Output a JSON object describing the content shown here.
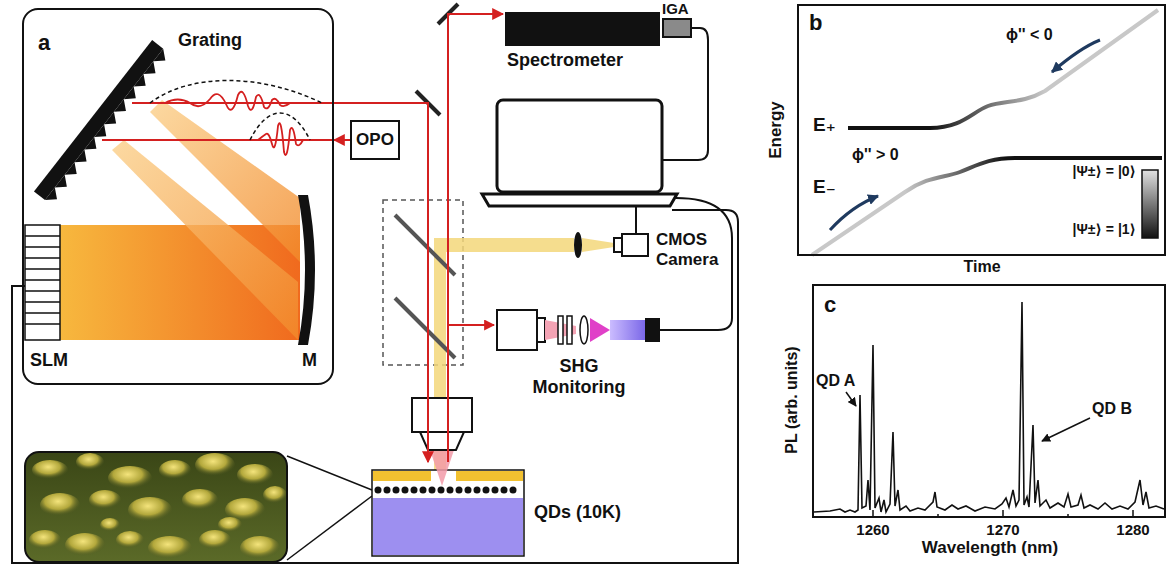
{
  "diagram": {
    "nodes": [
      {
        "text": [
          "a"
        ]
      },
      {
        "text": [
          "OPO"
        ]
      },
      {
        "text": [
          "Spectrometer"
        ]
      },
      {
        "text": [
          "IGA"
        ]
      },
      {
        "text": [
          "CMOS Camera"
        ]
      },
      {
        "text": [
          "SHG Monitoring"
        ]
      },
      {
        "text": [
          "QDs (10K)"
        ]
      },
      {
        "text": [
          "b"
        ]
      },
      {
        "text": [
          "c"
        ]
      }
    ],
    "edges": [
      {
        "from": 1,
        "to": 0,
        "arrow": "to"
      },
      {
        "from": 0,
        "to": 6,
        "arrow": "to"
      },
      {
        "from": 6,
        "to": 2,
        "arrow": "to"
      }
    ],
    "labels": [
      "Grating",
      "SLM",
      "M",
      "Energy",
      "Time",
      "E₊",
      "E₋",
      "ϕ'' < 0",
      "ϕ'' > 0",
      "|Ψ±⟩ = |0⟩",
      "|Ψ±⟩ = |1⟩",
      "PL (arb. units)",
      "Wavelength (nm)",
      "QD A",
      "QD B",
      "1260",
      "1270",
      "1280"
    ]
  }
}
